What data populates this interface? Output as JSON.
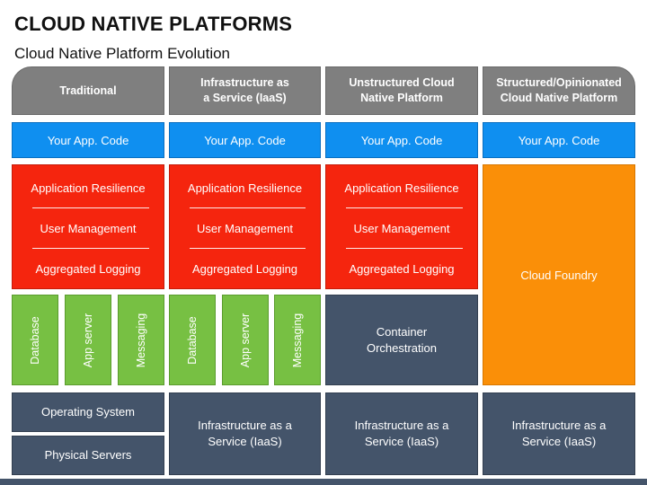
{
  "title": "CLOUD NATIVE PLATFORMS",
  "subtitle": "Cloud Native Platform Evolution",
  "columns": [
    {
      "header": "Traditional"
    },
    {
      "header": "Infrastructure as\na Service (IaaS)"
    },
    {
      "header": "Unstructured Cloud\nNative Platform"
    },
    {
      "header": "Structured/Opinionated\nCloud Native Platform"
    }
  ],
  "app_code": [
    "Your App. Code",
    "Your App. Code",
    "Your App. Code",
    "Your App. Code"
  ],
  "services": [
    "Application Resilience",
    "User Management",
    "Aggregated Logging"
  ],
  "cloud_foundry": "Cloud Foundry",
  "middleware": [
    "Database",
    "App server",
    "Messaging"
  ],
  "container_orchestration": "Container\nOrchestration",
  "operating_system": "Operating System",
  "physical_servers": "Physical Servers",
  "iaas_label": "Infrastructure as a\nService (IaaS)",
  "colors": {
    "header": "#7f7f7f",
    "app_code": "#0f8ff0",
    "services": "#f5250e",
    "cloud_foundry": "#fa8f08",
    "middleware": "#77c043",
    "infrastructure": "#44546a"
  }
}
